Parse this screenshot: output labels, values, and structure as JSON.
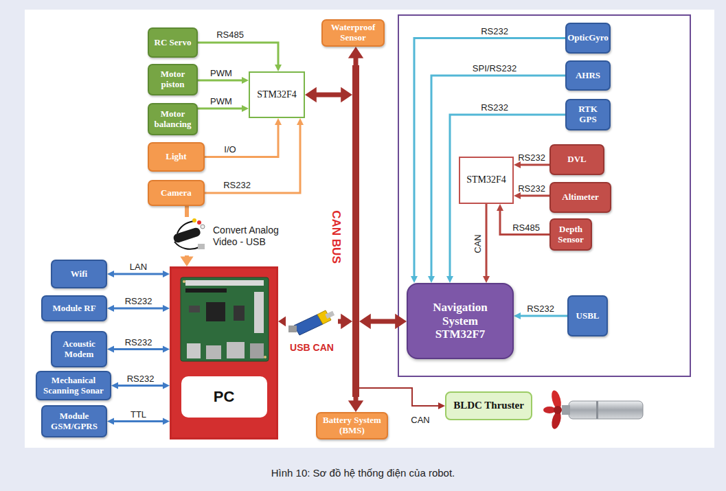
{
  "diagram": {
    "caption": "Hình 10: Sơ đồ hệ thống điện của robot.",
    "nodes": [
      {
        "text": [
          "RC Servo"
        ]
      },
      {
        "text": [
          "Motor piston"
        ]
      },
      {
        "text": [
          "Motor balancing"
        ]
      },
      {
        "text": [
          "Light"
        ]
      },
      {
        "text": [
          "Camera"
        ]
      },
      {
        "text": [
          "STM32F4"
        ]
      },
      {
        "text": [
          "Waterproof Sensor"
        ]
      },
      {
        "text": [
          "CAN BUS"
        ]
      },
      {
        "text": [
          "OpticGyro"
        ]
      },
      {
        "text": [
          "AHRS"
        ]
      },
      {
        "text": [
          "RTK GPS"
        ]
      },
      {
        "text": [
          "STM32F4"
        ]
      },
      {
        "text": [
          "DVL"
        ]
      },
      {
        "text": [
          "Altimeter"
        ]
      },
      {
        "text": [
          "Depth Sensor"
        ]
      },
      {
        "text": [
          "Navigation System STM32F7"
        ]
      },
      {
        "text": [
          "USBL"
        ]
      },
      {
        "text": [
          "Wifi"
        ]
      },
      {
        "text": [
          "Module RF"
        ]
      },
      {
        "text": [
          "Acoustic Modem"
        ]
      },
      {
        "text": [
          "Mechanical Scanning Sonar"
        ]
      },
      {
        "text": [
          "Module GSM/GPRS"
        ]
      },
      {
        "text": [
          "PC"
        ]
      },
      {
        "text": [
          "Battery System (BMS)"
        ]
      },
      {
        "text": [
          "BLDC Thruster"
        ]
      }
    ],
    "edges": [
      {
        "from": 0,
        "to": 5,
        "label": "RS485",
        "arrow": "to"
      },
      {
        "from": 1,
        "to": 5,
        "label": "PWM",
        "arrow": "to"
      },
      {
        "from": 2,
        "to": 5,
        "label": "PWM",
        "arrow": "to"
      },
      {
        "from": 3,
        "to": 5,
        "label": "I/O",
        "arrow": "to"
      },
      {
        "from": 4,
        "to": 5,
        "label": "RS232",
        "arrow": "to"
      },
      {
        "from": 4,
        "to": 22,
        "label": "Convert Analog Video - USB",
        "arrow": "to"
      },
      {
        "from": 5,
        "to": 7,
        "arrow": "both"
      },
      {
        "from": 7,
        "to": 6,
        "arrow": "to"
      },
      {
        "from": 7,
        "to": 23,
        "arrow": "to"
      },
      {
        "from": 22,
        "to": 7,
        "label": "USB CAN",
        "arrow": "both"
      },
      {
        "from": 7,
        "to": 15,
        "arrow": "both"
      },
      {
        "from": 7,
        "to": 24,
        "label": "CAN",
        "arrow": "to"
      },
      {
        "from": 8,
        "to": 15,
        "label": "RS232",
        "arrow": "to"
      },
      {
        "from": 9,
        "to": 15,
        "label": "SPI/RS232",
        "arrow": "to"
      },
      {
        "from": 10,
        "to": 15,
        "label": "RS232",
        "arrow": "to"
      },
      {
        "from": 12,
        "to": 11,
        "label": "RS232",
        "arrow": "to"
      },
      {
        "from": 13,
        "to": 11,
        "label": "RS232",
        "arrow": "to"
      },
      {
        "from": 14,
        "to": 11,
        "label": "RS485",
        "arrow": "to"
      },
      {
        "from": 11,
        "to": 15,
        "label": "CAN",
        "arrow": "to"
      },
      {
        "from": 16,
        "to": 15,
        "label": "RS232",
        "arrow": "to"
      },
      {
        "from": 17,
        "to": 22,
        "label": "LAN",
        "arrow": "both"
      },
      {
        "from": 18,
        "to": 22,
        "label": "RS232",
        "arrow": "both"
      },
      {
        "from": 19,
        "to": 22,
        "label": "RS232",
        "arrow": "both"
      },
      {
        "from": 20,
        "to": 22,
        "label": "RS232",
        "arrow": "both"
      },
      {
        "from": 21,
        "to": 22,
        "label": "TTL",
        "arrow": "both"
      }
    ]
  }
}
